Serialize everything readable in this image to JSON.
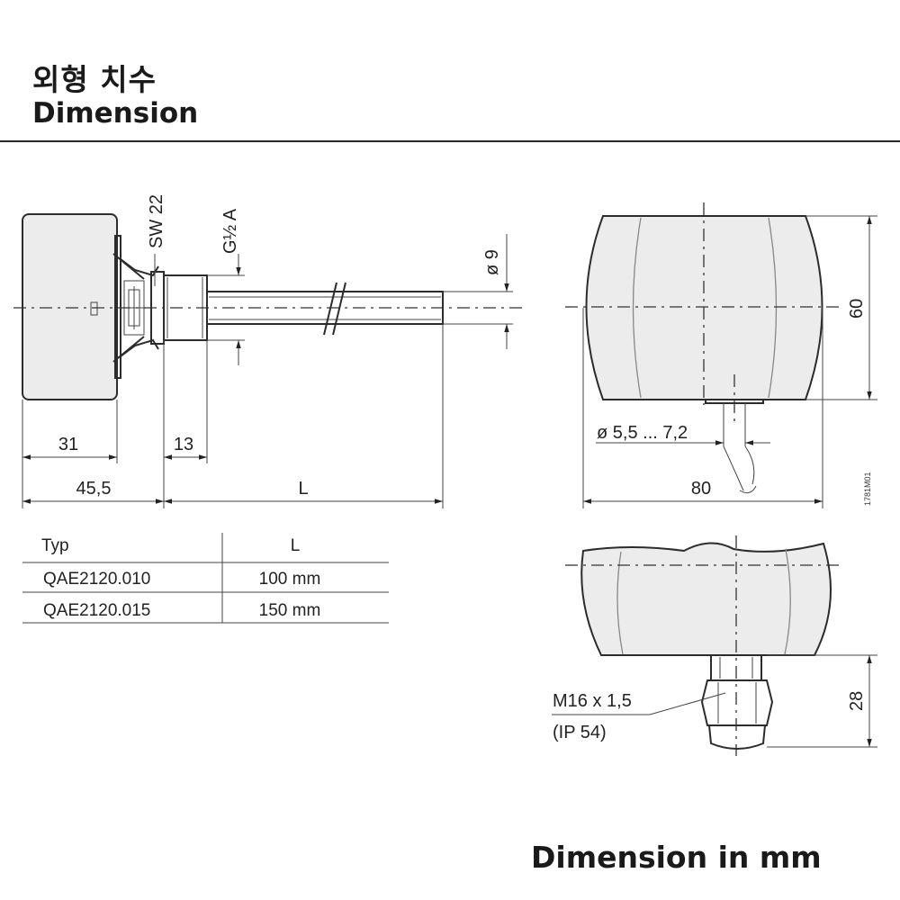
{
  "header": {
    "title_korean": "외형 치수",
    "title_english": "Dimension"
  },
  "footer": {
    "note": "Dimension in mm"
  },
  "side_view": {
    "label_sw": "SW 22",
    "label_thread": "G½ A",
    "label_diameter": "ø 9",
    "dim_31": "31",
    "dim_13": "13",
    "dim_45_5": "45,5",
    "dim_L": "L"
  },
  "front_view": {
    "label_cable": "ø 5,5 ... 7,2",
    "dim_60": "60",
    "dim_80": "80",
    "drawing_code": "1781M01"
  },
  "bottom_view": {
    "label_gland": "M16 x 1,5",
    "label_ip": "(IP 54)",
    "dim_28": "28"
  },
  "table": {
    "headers": [
      "Typ",
      "L"
    ],
    "rows": [
      [
        "QAE2120.010",
        "100 mm"
      ],
      [
        "QAE2120.015",
        "150 mm"
      ]
    ]
  }
}
